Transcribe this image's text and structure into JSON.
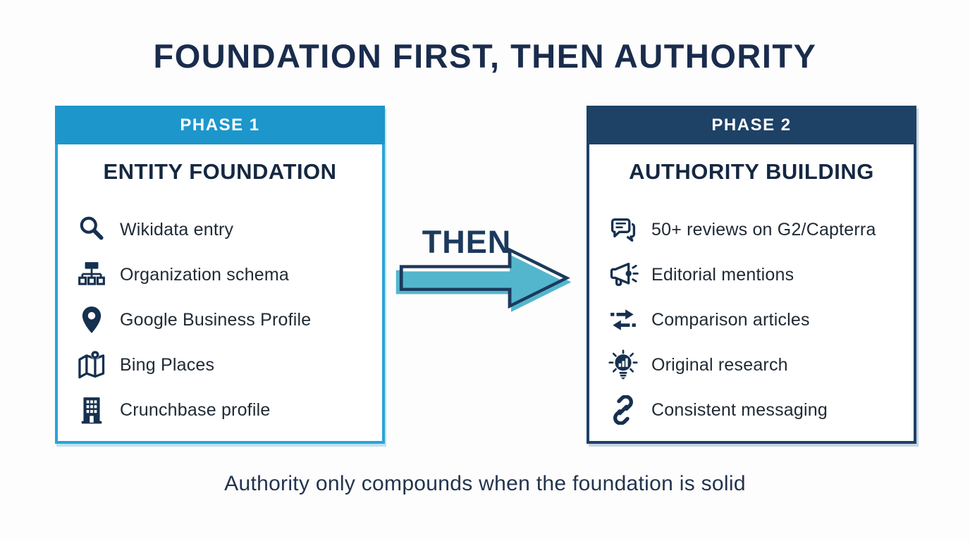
{
  "title": "FOUNDATION FIRST, THEN AUTHORITY",
  "connector": {
    "label": "THEN"
  },
  "caption": "Authority only compounds when the foundation is solid",
  "colors": {
    "navy": "#1e4166",
    "cyan": "#1d96cc",
    "cyan_border": "#2aa4d8",
    "arrow_teal": "#54b6cd",
    "title_text": "#1a2c4c",
    "icon_navy": "#16304f",
    "item_text": "#202a35",
    "background": "#fdfdfd"
  },
  "phase1": {
    "badge": "PHASE 1",
    "heading": "ENTITY FOUNDATION",
    "items": [
      {
        "icon": "search-icon",
        "label": "Wikidata entry"
      },
      {
        "icon": "org-chart-icon",
        "label": "Organization schema"
      },
      {
        "icon": "map-pin-icon",
        "label": "Google Business Profile"
      },
      {
        "icon": "map-icon",
        "label": "Bing Places"
      },
      {
        "icon": "building-icon",
        "label": "Crunchbase profile"
      }
    ]
  },
  "phase2": {
    "badge": "PHASE 2",
    "heading": "AUTHORITY BUILDING",
    "items": [
      {
        "icon": "chat-bubbles-icon",
        "label": "50+ reviews on G2/Capterra"
      },
      {
        "icon": "megaphone-icon",
        "label": "Editorial mentions"
      },
      {
        "icon": "swap-arrows-icon",
        "label": "Comparison articles"
      },
      {
        "icon": "lightbulb-idea-icon",
        "label": "Original research"
      },
      {
        "icon": "link-icon",
        "label": "Consistent messaging"
      }
    ]
  }
}
